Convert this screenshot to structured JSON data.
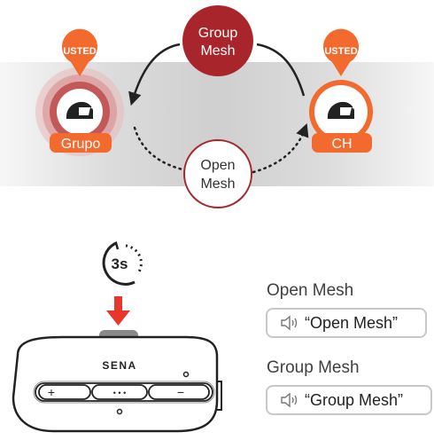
{
  "colors": {
    "dark_red": "#a8262b",
    "orange": "#f26a2e",
    "red_arrow": "#e8362b",
    "text_gray": "#404040"
  },
  "top": {
    "center_top_label": "Group\nMesh",
    "center_bottom_label": "Open\nMesh",
    "left_badge": "USTED",
    "left_label": "Grupo",
    "right_badge": "USTED",
    "right_label": "CH"
  },
  "device": {
    "timer_label": "3s",
    "brand": "SENA",
    "btn_plus": "+",
    "btn_dots": "• • •",
    "btn_minus": "−"
  },
  "voice": {
    "open_title": "Open Mesh",
    "open_prompt": "“Open Mesh”",
    "group_title": "Group Mesh",
    "group_prompt": "“Group Mesh”",
    "speaker_icon": "speaker-icon"
  }
}
